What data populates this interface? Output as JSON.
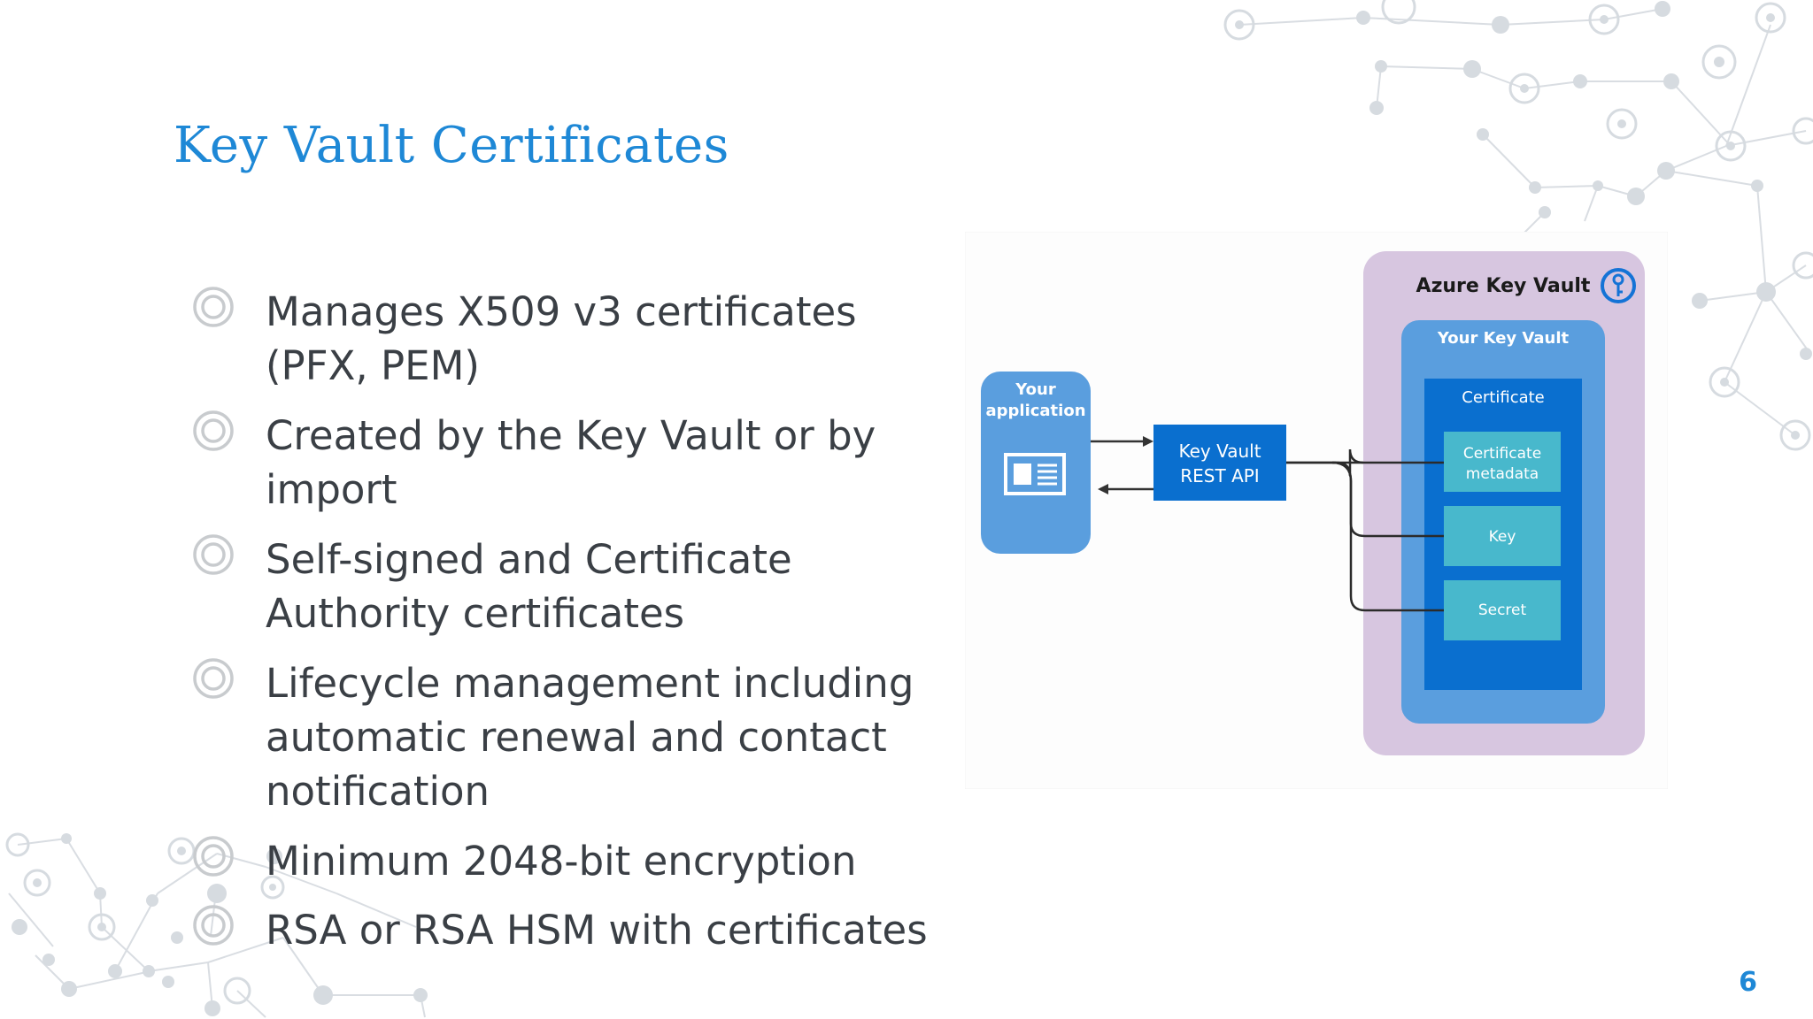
{
  "slide": {
    "title": "Key Vault Certificates",
    "page_number": "6",
    "bullets": [
      "Manages X509 v3 certificates (PFX, PEM)",
      "Created by the Key Vault or by import",
      "Self-signed and Certificate Authority certificates",
      "Lifecycle management including automatic renewal and contact notification",
      "Minimum 2048-bit encryption",
      "RSA or RSA HSM with certificates"
    ]
  },
  "diagram": {
    "app_label_line1": "Your",
    "app_label_line2": "application",
    "api_label_line1": "Key Vault",
    "api_label_line2": "REST API",
    "azure_label": "Azure Key Vault",
    "your_vault_label": "Your Key Vault",
    "certificate_label": "Certificate",
    "metadata_line1": "Certificate",
    "metadata_line2": "metadata",
    "key_label": "Key",
    "secret_label": "Secret",
    "icons": [
      "key-vault-logo-icon",
      "application-window-icon",
      "bullet-ring-icon"
    ]
  },
  "colors": {
    "title": "#1e88d6",
    "body_text": "#3a3f45",
    "page_number": "#1e88d6",
    "outer_vault": "#d7c6e0",
    "inner_vault": "#5a9ede",
    "certificate": "#0a6fcf",
    "secret_boxes": "#48b8cc",
    "api_box": "#0a6fcf",
    "app_box": "#5a9ede"
  }
}
